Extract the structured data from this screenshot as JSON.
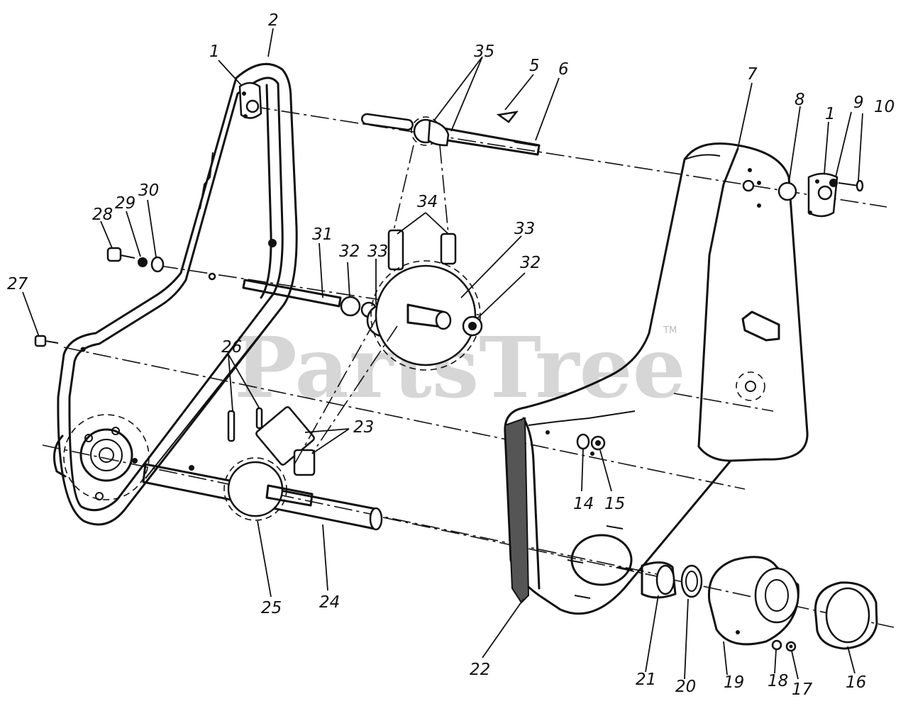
{
  "watermark": {
    "text": "PartsTree",
    "mark": "TM"
  },
  "callouts": [
    {
      "label": "1",
      "part": "bearing-flange-left"
    },
    {
      "label": "2",
      "part": "left-housing"
    },
    {
      "label": "35",
      "part": "upper-sprocket"
    },
    {
      "label": "5",
      "part": "key"
    },
    {
      "label": "6",
      "part": "upper-shaft"
    },
    {
      "label": "7",
      "part": "right-housing"
    },
    {
      "label": "8",
      "part": "bearing"
    },
    {
      "label": "1",
      "part": "bearing-flange-right"
    },
    {
      "label": "9",
      "part": "lock-washer"
    },
    {
      "label": "10",
      "part": "bolt"
    },
    {
      "label": "34",
      "part": "upper-chain"
    },
    {
      "label": "33",
      "part": "large-sprocket"
    },
    {
      "label": "31",
      "part": "intermediate-shaft"
    },
    {
      "label": "32",
      "part": "spacer-left"
    },
    {
      "label": "33",
      "part": "small-sprocket"
    },
    {
      "label": "32",
      "part": "spacer-right"
    },
    {
      "label": "28",
      "part": "bolt-left"
    },
    {
      "label": "29",
      "part": "lock-washer-left"
    },
    {
      "label": "30",
      "part": "flat-washer-left"
    },
    {
      "label": "27",
      "part": "screw"
    },
    {
      "label": "26",
      "part": "roll-pins"
    },
    {
      "label": "23",
      "part": "lower-chain"
    },
    {
      "label": "25",
      "part": "lower-sprocket"
    },
    {
      "label": "24",
      "part": "tine-shaft"
    },
    {
      "label": "14",
      "part": "washer"
    },
    {
      "label": "15",
      "part": "nut"
    },
    {
      "label": "22",
      "part": "gasket"
    },
    {
      "label": "21",
      "part": "bushing"
    },
    {
      "label": "20",
      "part": "seal"
    },
    {
      "label": "19",
      "part": "hub-cover"
    },
    {
      "label": "18",
      "part": "lock-washer-lower"
    },
    {
      "label": "17",
      "part": "nut-lower"
    },
    {
      "label": "16",
      "part": "oil-seal"
    }
  ]
}
